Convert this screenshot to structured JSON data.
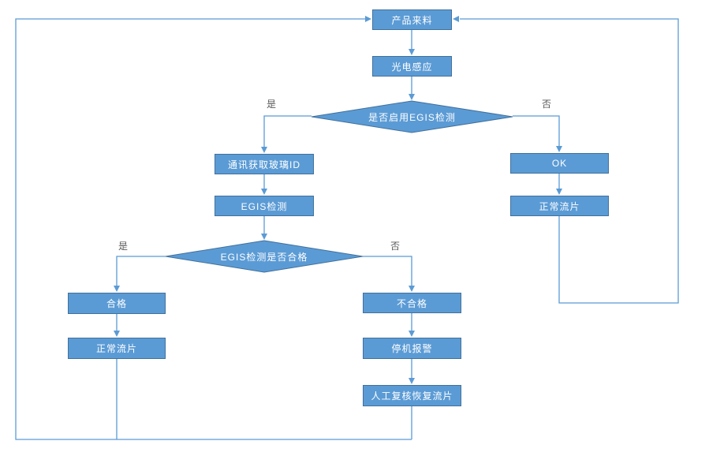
{
  "diagram": {
    "nodes": {
      "product_incoming": {
        "label": "产品来料",
        "type": "process"
      },
      "photo_sensor": {
        "label": "光电感应",
        "type": "process"
      },
      "egis_enabled_decision": {
        "label": "是否启用EGIS检测",
        "type": "decision"
      },
      "get_glass_id": {
        "label": "通讯获取玻璃ID",
        "type": "process"
      },
      "egis_inspection": {
        "label": "EGIS检测",
        "type": "process"
      },
      "egis_pass_decision": {
        "label": "EGIS检测是否合格",
        "type": "decision"
      },
      "qualified": {
        "label": "合格",
        "type": "process"
      },
      "normal_flow_left": {
        "label": "正常流片",
        "type": "process"
      },
      "unqualified": {
        "label": "不合格",
        "type": "process"
      },
      "stop_alarm": {
        "label": "停机报警",
        "type": "process"
      },
      "manual_review": {
        "label": "人工复核恢复流片",
        "type": "process"
      },
      "ok": {
        "label": "OK",
        "type": "process"
      },
      "normal_flow_right": {
        "label": "正常流片",
        "type": "process"
      }
    },
    "edge_labels": {
      "egis_enabled_yes": "是",
      "egis_enabled_no": "否",
      "egis_pass_yes": "是",
      "egis_pass_no": "否"
    },
    "edges": [
      {
        "from": "product_incoming",
        "to": "photo_sensor",
        "label": ""
      },
      {
        "from": "photo_sensor",
        "to": "egis_enabled_decision",
        "label": ""
      },
      {
        "from": "egis_enabled_decision",
        "to": "get_glass_id",
        "label": "是"
      },
      {
        "from": "egis_enabled_decision",
        "to": "ok",
        "label": "否"
      },
      {
        "from": "get_glass_id",
        "to": "egis_inspection",
        "label": ""
      },
      {
        "from": "egis_inspection",
        "to": "egis_pass_decision",
        "label": ""
      },
      {
        "from": "egis_pass_decision",
        "to": "qualified",
        "label": "是"
      },
      {
        "from": "egis_pass_decision",
        "to": "unqualified",
        "label": "否"
      },
      {
        "from": "qualified",
        "to": "normal_flow_left",
        "label": ""
      },
      {
        "from": "normal_flow_left",
        "to": "product_incoming",
        "label": ""
      },
      {
        "from": "unqualified",
        "to": "stop_alarm",
        "label": ""
      },
      {
        "from": "stop_alarm",
        "to": "manual_review",
        "label": ""
      },
      {
        "from": "manual_review",
        "to": "product_incoming",
        "label": ""
      },
      {
        "from": "ok",
        "to": "normal_flow_right",
        "label": ""
      },
      {
        "from": "normal_flow_right",
        "to": "product_incoming",
        "label": ""
      }
    ],
    "colors": {
      "node_fill": "#5B9BD5",
      "node_border": "#41719C",
      "connector": "#5B9BD5",
      "node_text": "#FFFFFF",
      "edge_label_text": "#595959",
      "background": "#FFFFFF"
    }
  }
}
